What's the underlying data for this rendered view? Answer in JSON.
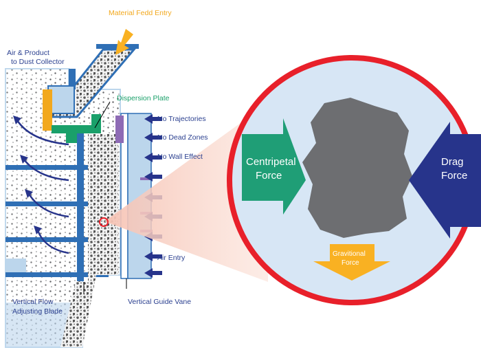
{
  "labels": {
    "material_feed_entry": "Material Fedd Entry",
    "air_product_line1": "Air & Product",
    "air_product_line2": "to Dust Collector",
    "dispersion_plate": "Dispersion Plate",
    "no_trajectories": "No Trajectories",
    "no_dead_zones": "No Dead Zones",
    "no_wall_effect": "No Wall Effect",
    "air_entry": "Air Entry",
    "vertical_flow_line1": "Vertical Flow",
    "vertical_flow_line2": "Adjusting Blade",
    "vertical_guide_vane": "Vertical Guide Vane"
  },
  "forces": {
    "centripetal_line1": "Centripetal",
    "centripetal_line2": "Force",
    "drag_line1": "Drag",
    "drag_line2": "Force",
    "gravitational_line1": "Gravitional",
    "gravitational_line2": "Force"
  },
  "colors": {
    "label_blue": "#2a3f8f",
    "label_green": "#1aa06a",
    "label_orange": "#f2a81d",
    "vessel_blue": "#bcd6ec",
    "blade_blue": "#2f6fb5",
    "arrow_navy": "#27348b",
    "ring_red": "#e8202a",
    "centripetal_green": "#1f9e76",
    "gravity_orange": "#f9b122",
    "particle_gray": "#6d6e71"
  }
}
